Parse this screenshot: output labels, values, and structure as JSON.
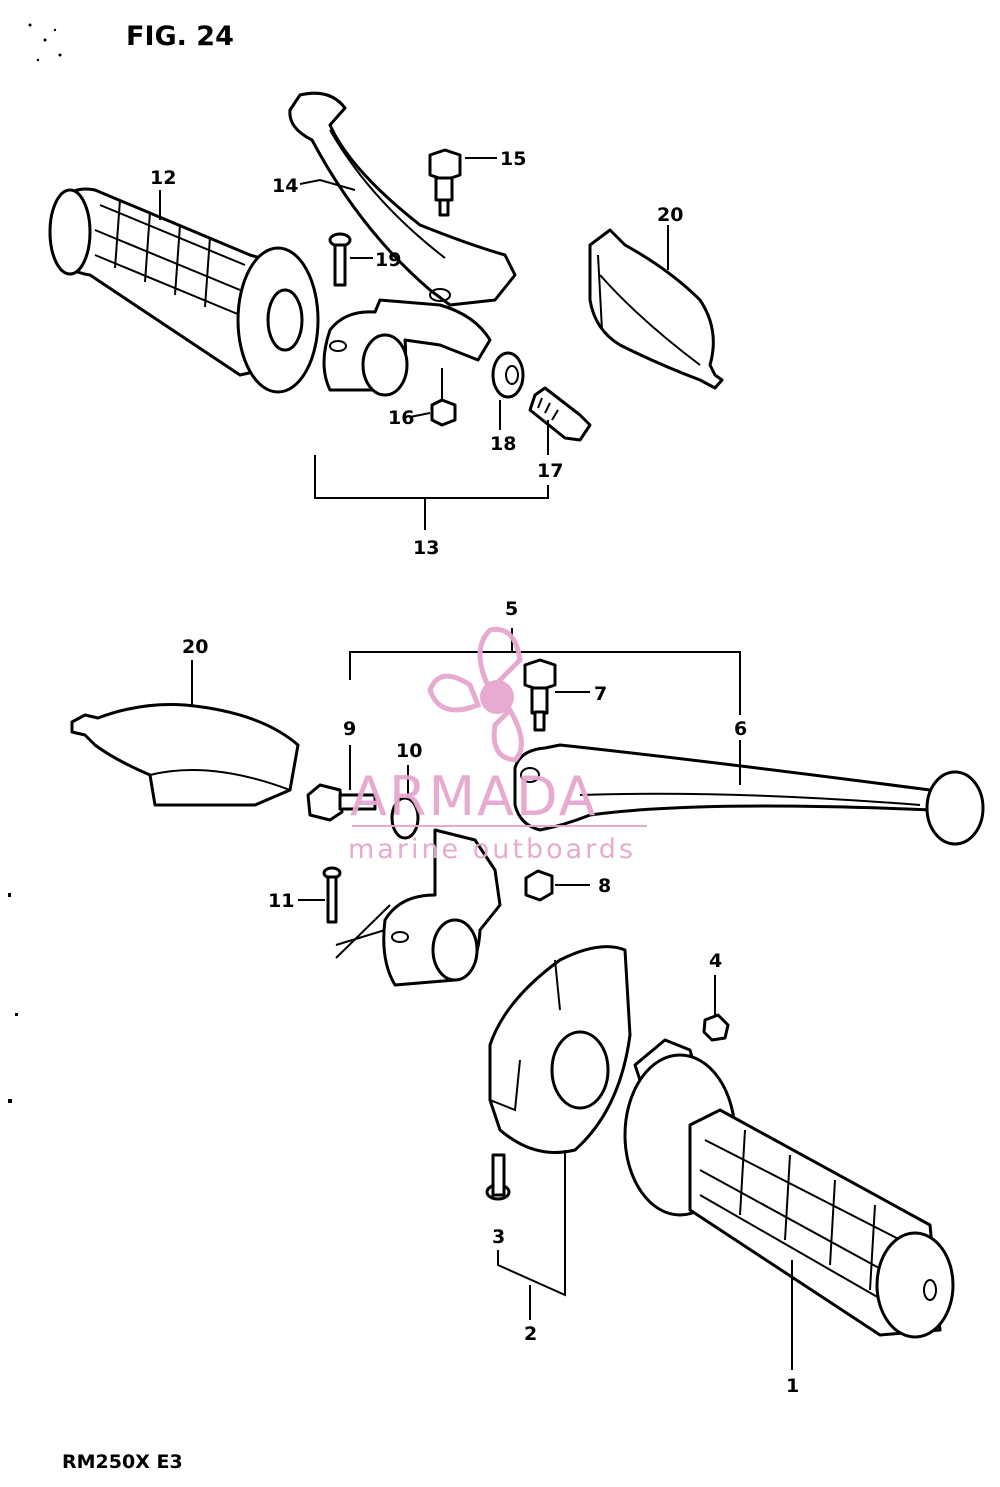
{
  "figure": {
    "title": "FIG. 24",
    "model": "RM250X  E3"
  },
  "watermark": {
    "brand": "ARMADA",
    "tagline": "marine outboards",
    "color": "#e6a6cf"
  },
  "callouts": [
    "1",
    "2",
    "3",
    "4",
    "5",
    "6",
    "7",
    "8",
    "9",
    "10",
    "11",
    "12",
    "13",
    "14",
    "15",
    "16",
    "17",
    "18",
    "19",
    "20",
    "20"
  ]
}
